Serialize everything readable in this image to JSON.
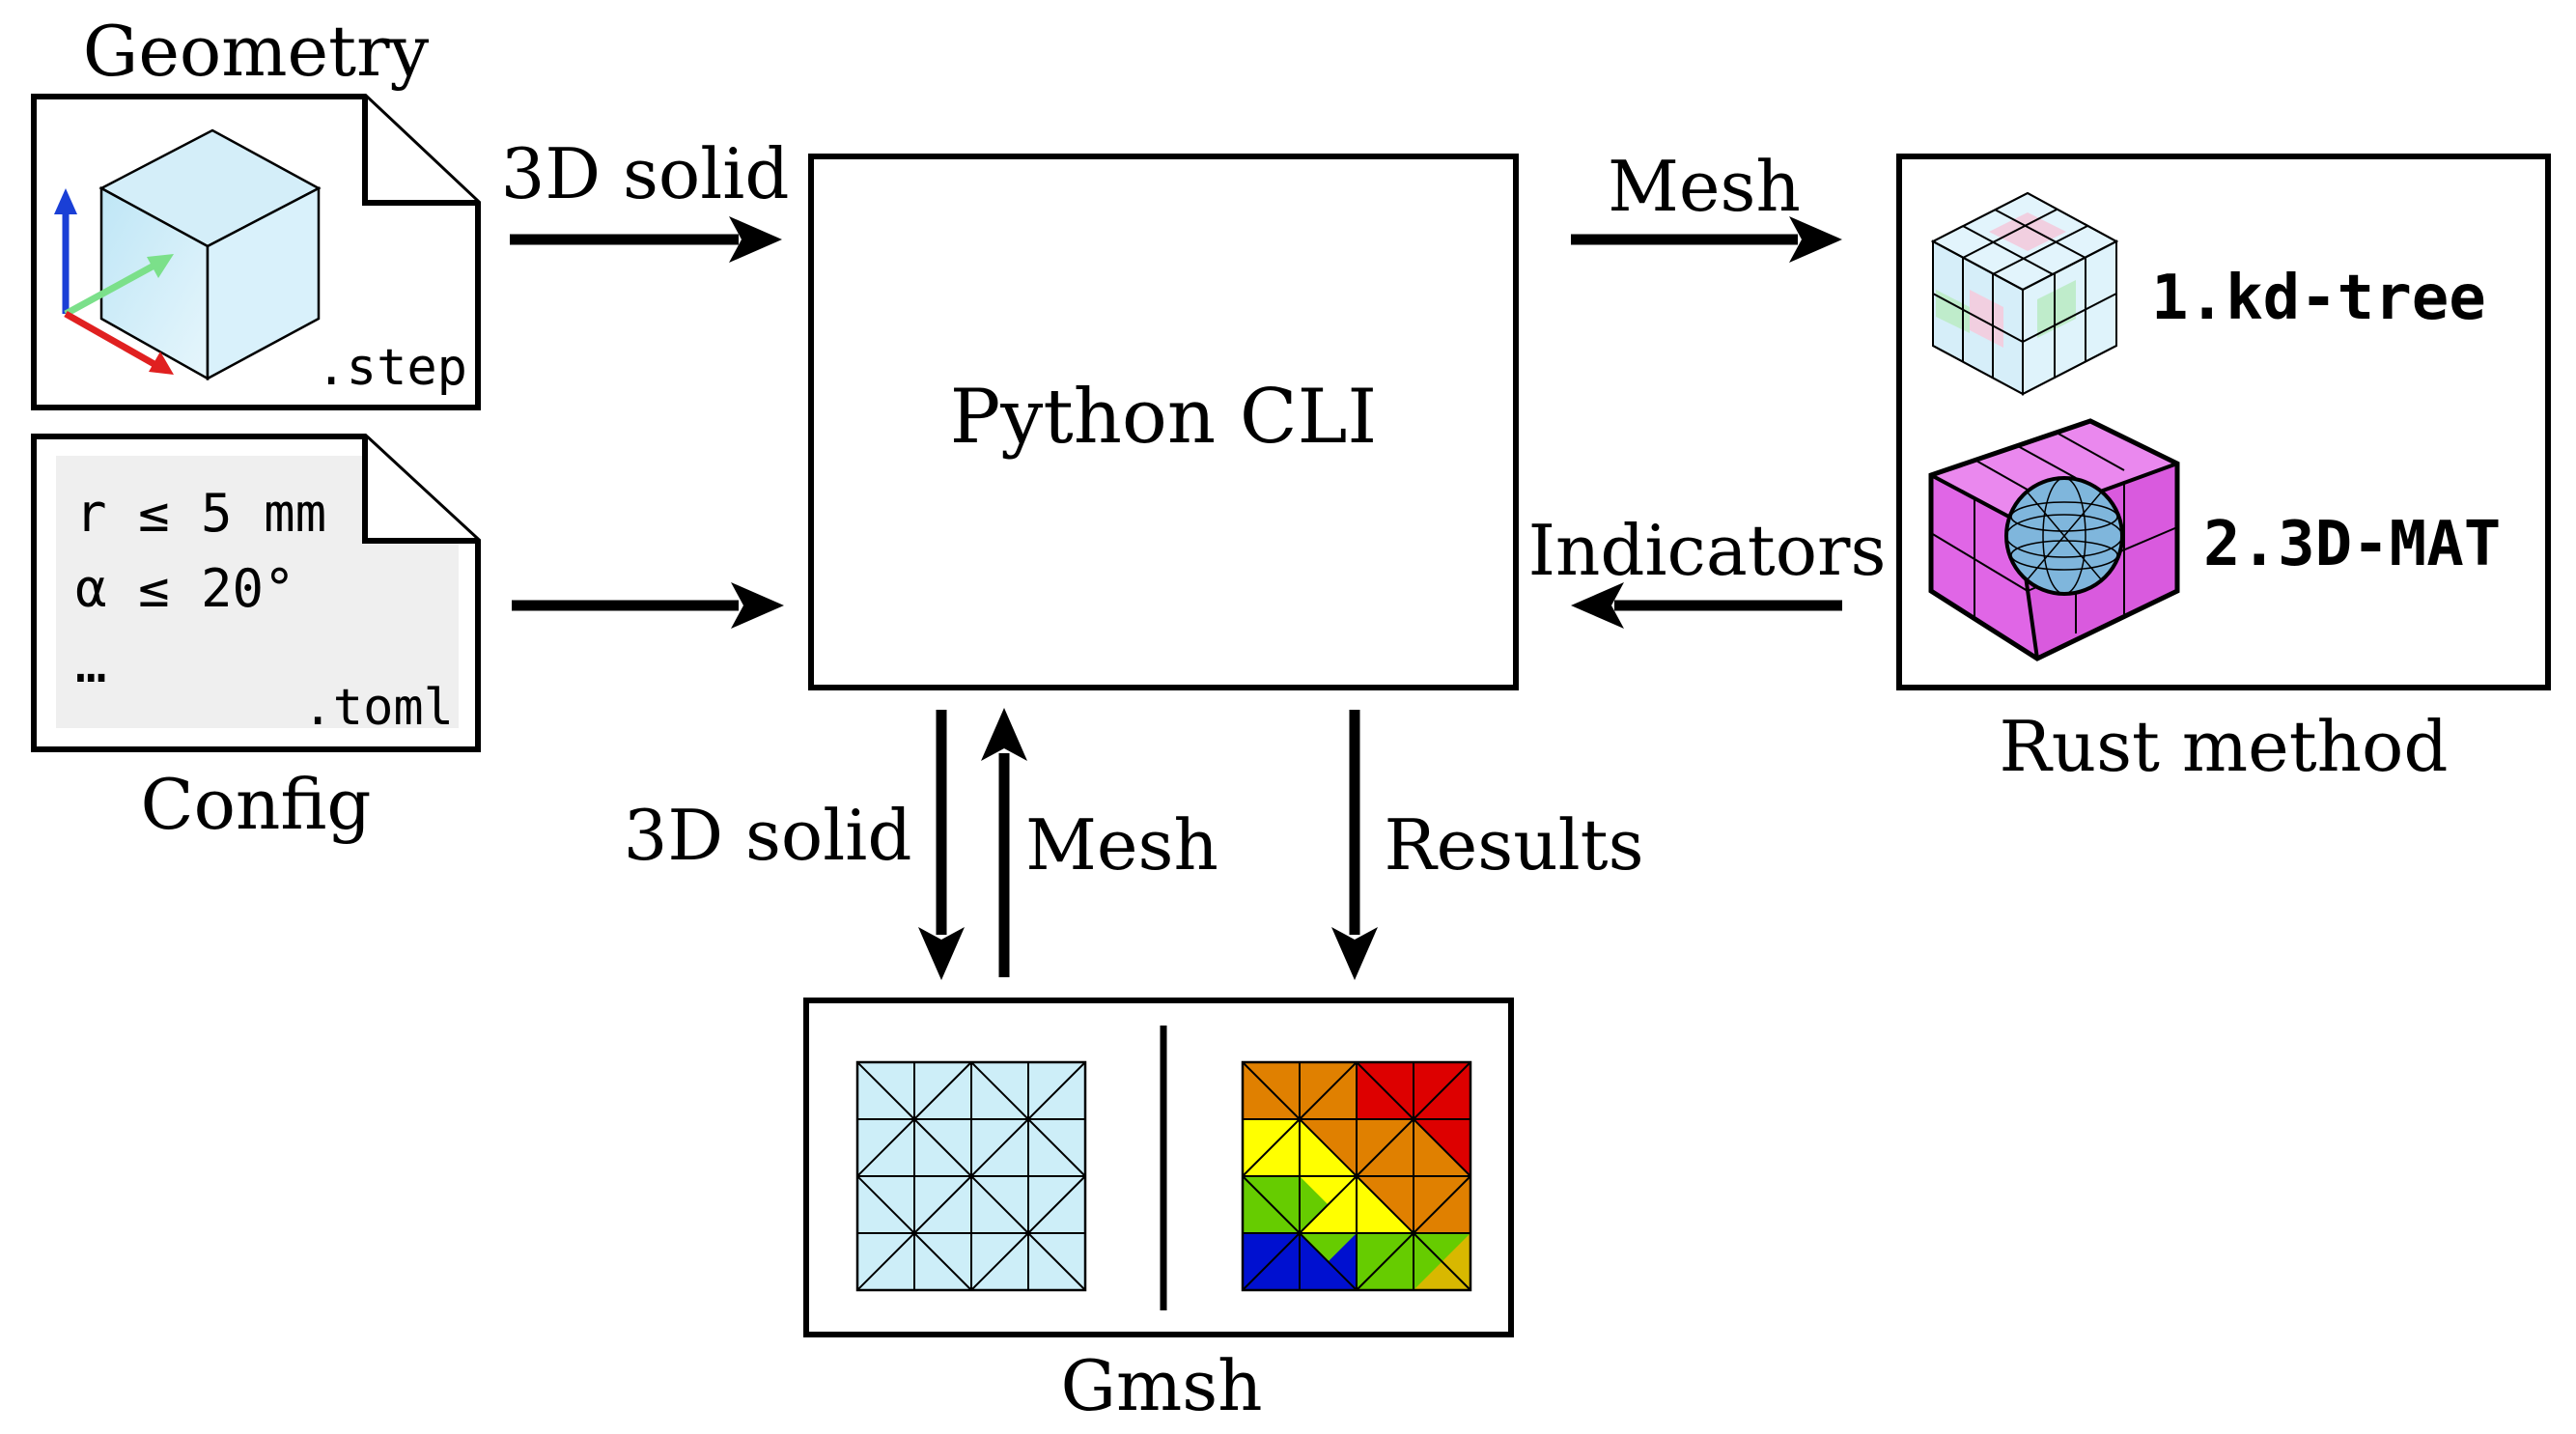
{
  "geometry": {
    "title": "Geometry",
    "extension": ".step"
  },
  "config": {
    "title": "Config",
    "extension": ".toml",
    "lines": [
      "r ≤ 5 mm",
      "α ≤ 20°",
      "…"
    ]
  },
  "center": {
    "label": "Python CLI"
  },
  "arrows": {
    "geometry_to_cli": "3D solid",
    "cli_to_rust": "Mesh",
    "rust_to_cli": "Indicators",
    "cli_to_gmsh": "3D solid",
    "gmsh_to_cli": "Mesh",
    "results": "Results"
  },
  "rust": {
    "caption": "Rust method",
    "method_1": "1.kd-tree",
    "method_2": "2.3D-MAT"
  },
  "gmsh": {
    "caption": "Gmsh"
  },
  "colors": {
    "mesh_fill": "#cdeef8",
    "kdtree_fill": "#dff2fb",
    "mat_fill": "#e066e6",
    "sphere_fill": "#7fb6dc",
    "axis_x": "#e02020",
    "axis_y": "#7be08a",
    "axis_z": "#1a3fd6",
    "results_palette": [
      "#0010d0",
      "#66cc00",
      "#ffff00",
      "#e08000",
      "#dd0000",
      "#d8b800"
    ]
  }
}
